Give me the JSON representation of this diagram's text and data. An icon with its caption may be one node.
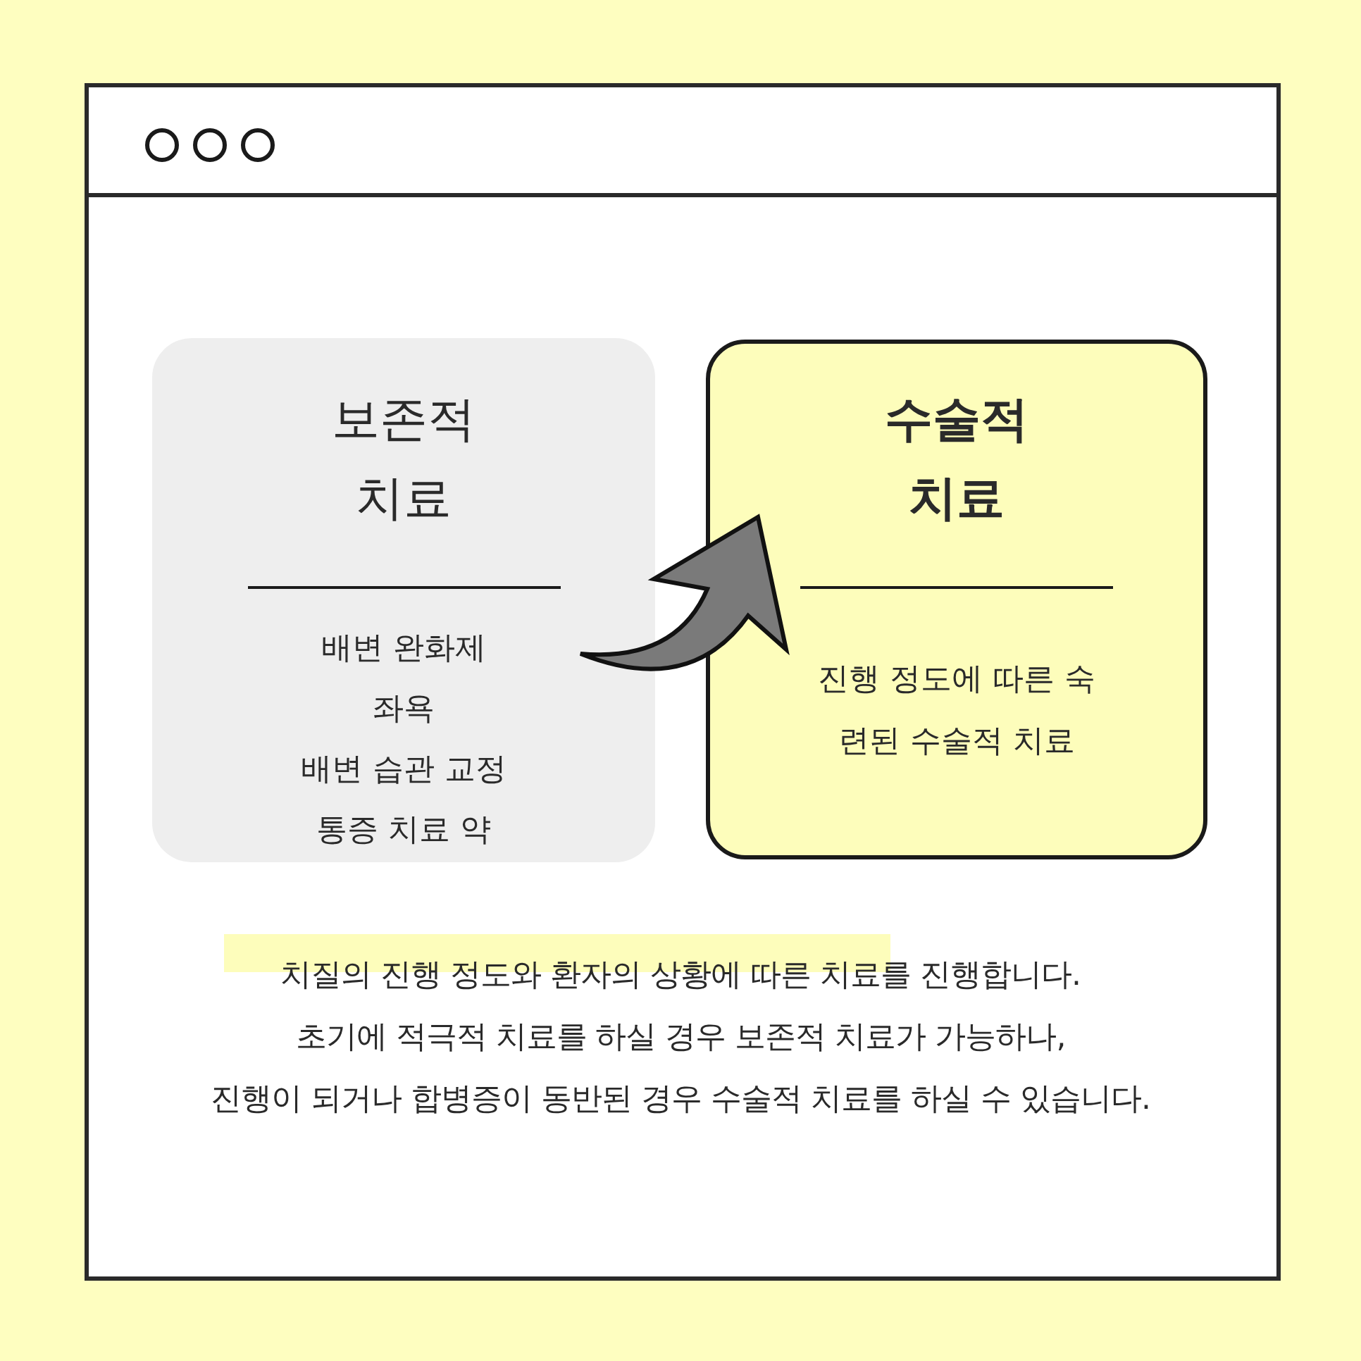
{
  "diagram": {
    "nodes": [
      {
        "text": [
          "보존적 치료",
          "배변 완화제",
          "좌욕",
          "배변 습관 교정",
          "통증 치료 약"
        ]
      },
      {
        "text": [
          "수술적 치료",
          "진행 정도에 따른 숙련된 수술적 치료"
        ]
      }
    ],
    "edges": [
      {
        "from": 0,
        "to": 1,
        "arrow": "to"
      }
    ],
    "labels": [
      "치질의 진행 정도와 환자의 상황에 따른 치료를 진행합니다.",
      "초기에 적극적 치료를 하실 경우 보존적 치료가 가능하나,",
      "진행이 되거나 합병증이 동반된 경우 수술적 치료를 하실 수 있습니다."
    ]
  }
}
